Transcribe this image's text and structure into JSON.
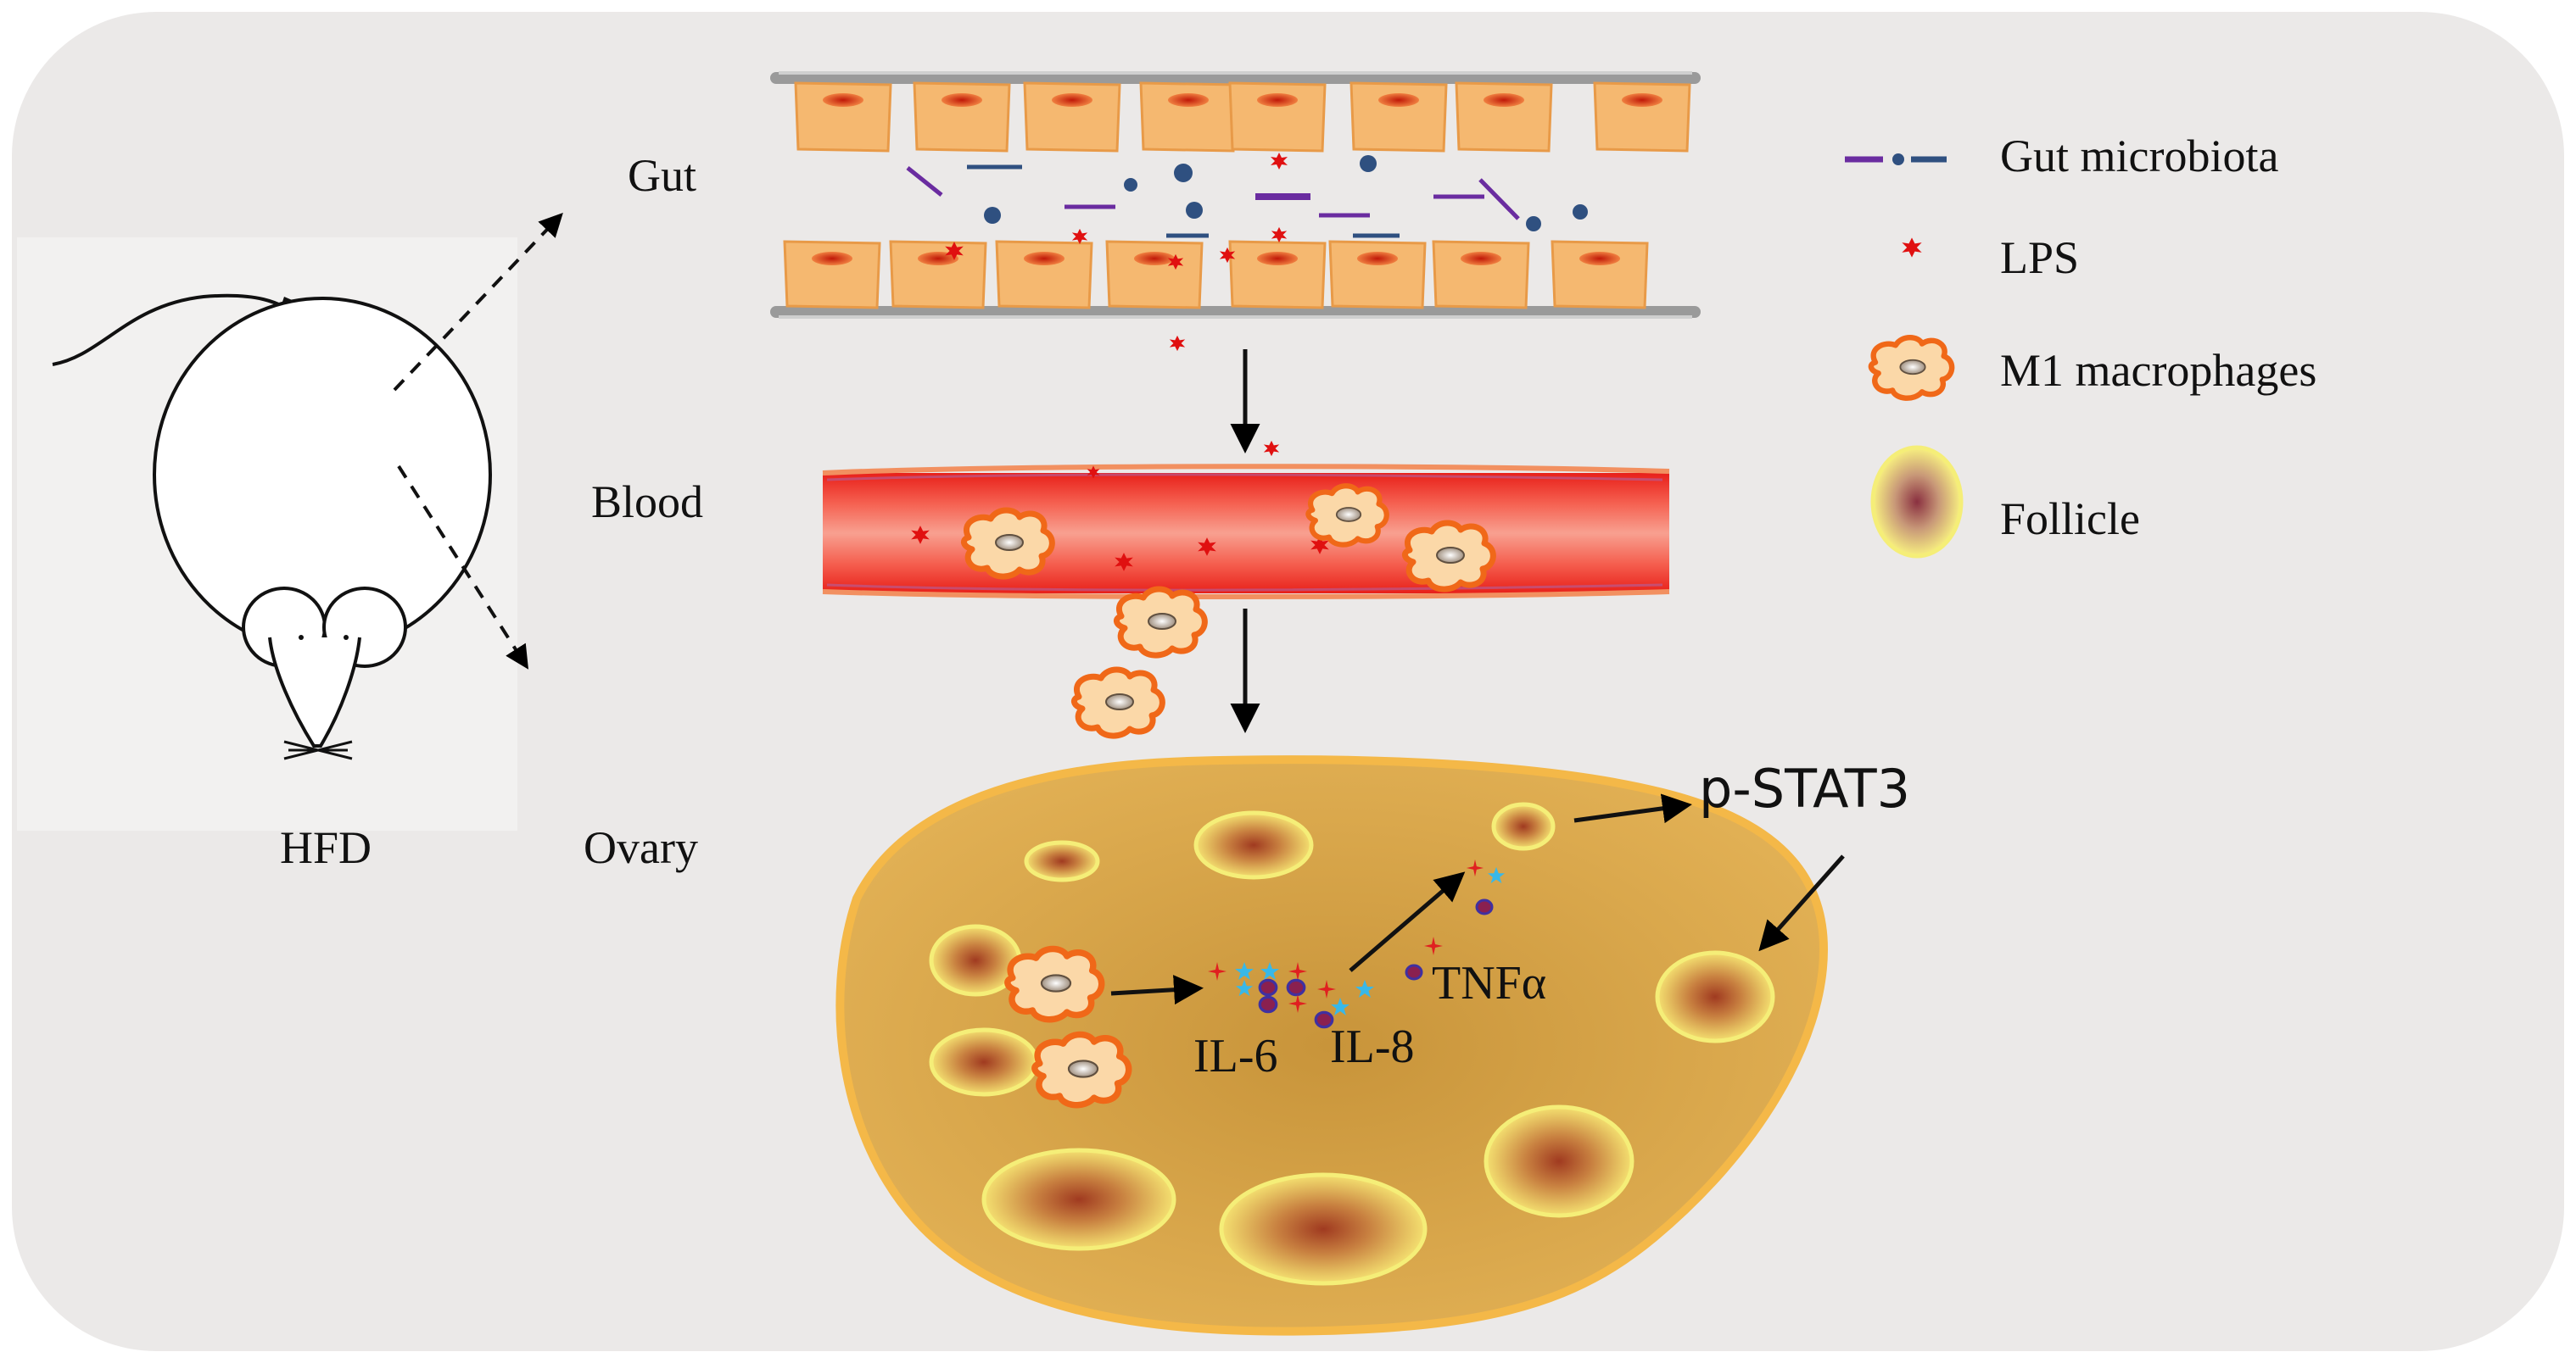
{
  "labels": {
    "gut": "Gut",
    "blood": "Blood",
    "ovary": "Ovary",
    "hfd": "HFD",
    "pstat3": "p-STAT3",
    "il6": "IL-6",
    "il8": "IL-8",
    "tnfa": "TNFα"
  },
  "legend": {
    "gut_microbiota": "Gut microbiota",
    "lps": "LPS",
    "m1_macrophages": "M1 macrophages",
    "follicle": "Follicle"
  },
  "colors": {
    "background_panel": "#ebe9e8",
    "epithelium": "#f5b870",
    "nucleus": "#d4331c",
    "lps_red": "#e01010",
    "microbe_purple": "#6a2ca0",
    "microbe_blue": "#2f5080",
    "vessel_red": "#f04030",
    "macrophage_orange": "#f07820",
    "ovary_gold": "#dfa948",
    "follicle_yellow": "#f5ee78",
    "cytokine_cyan": "#38b8e8"
  }
}
